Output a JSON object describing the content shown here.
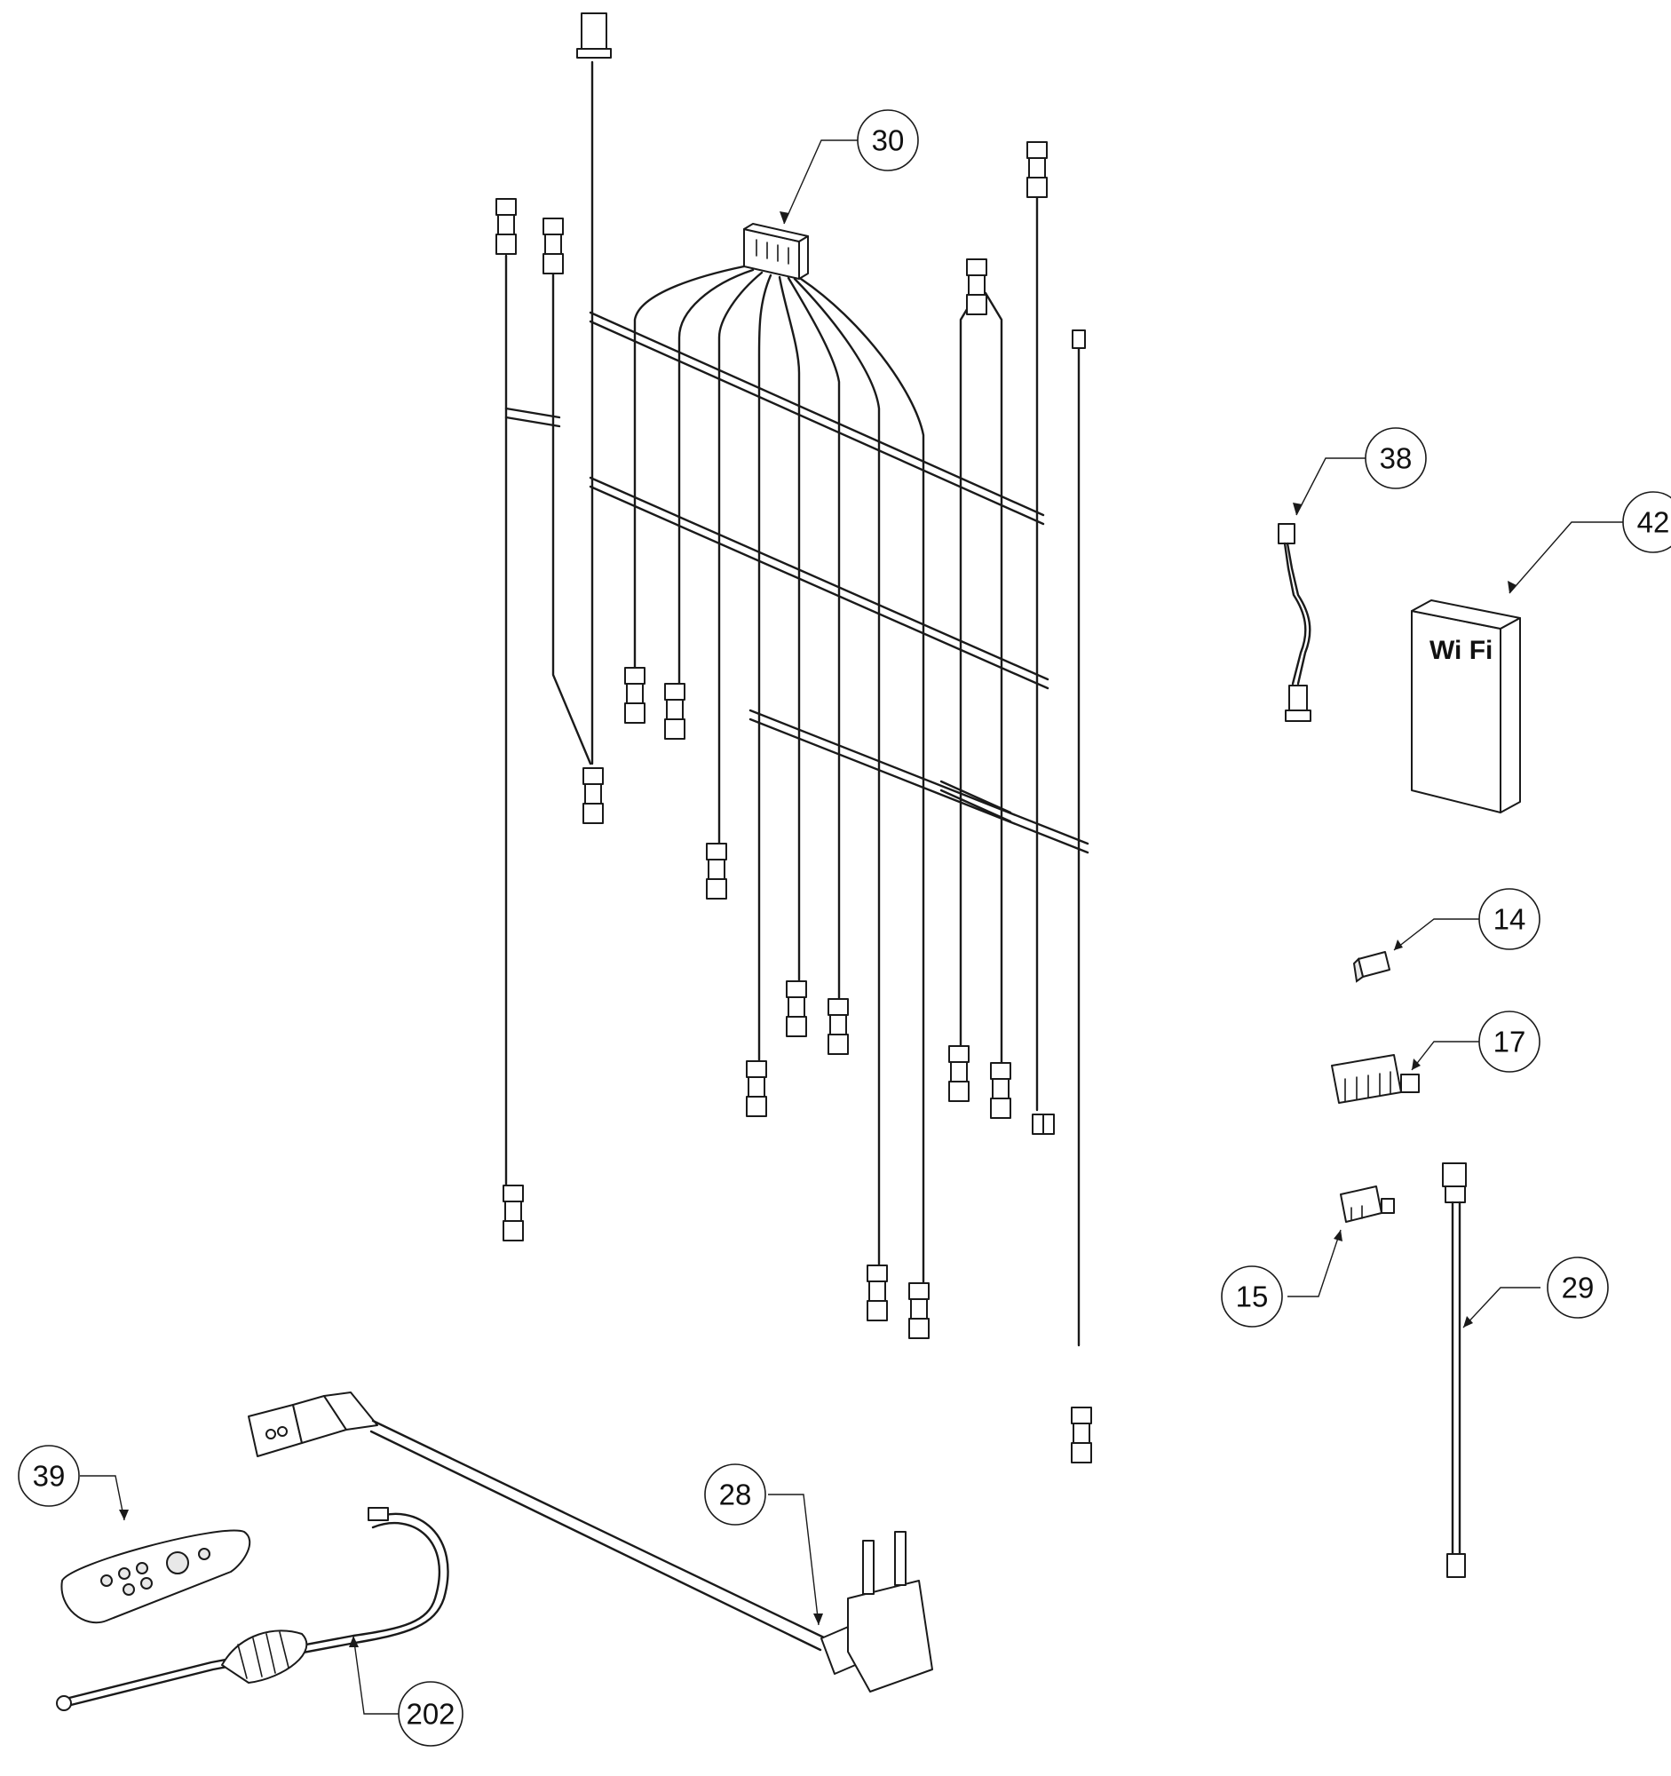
{
  "diagram": {
    "labels": {
      "p30": "30",
      "p38": "38",
      "p42": "42",
      "p14": "14",
      "p17": "17",
      "p15": "15",
      "p29": "29",
      "p39": "39",
      "p28": "28",
      "p202": "202"
    },
    "wifi_module_text": "Wi Fi"
  },
  "colors": {
    "line": "#1a1a1a",
    "background": "#ffffff"
  }
}
